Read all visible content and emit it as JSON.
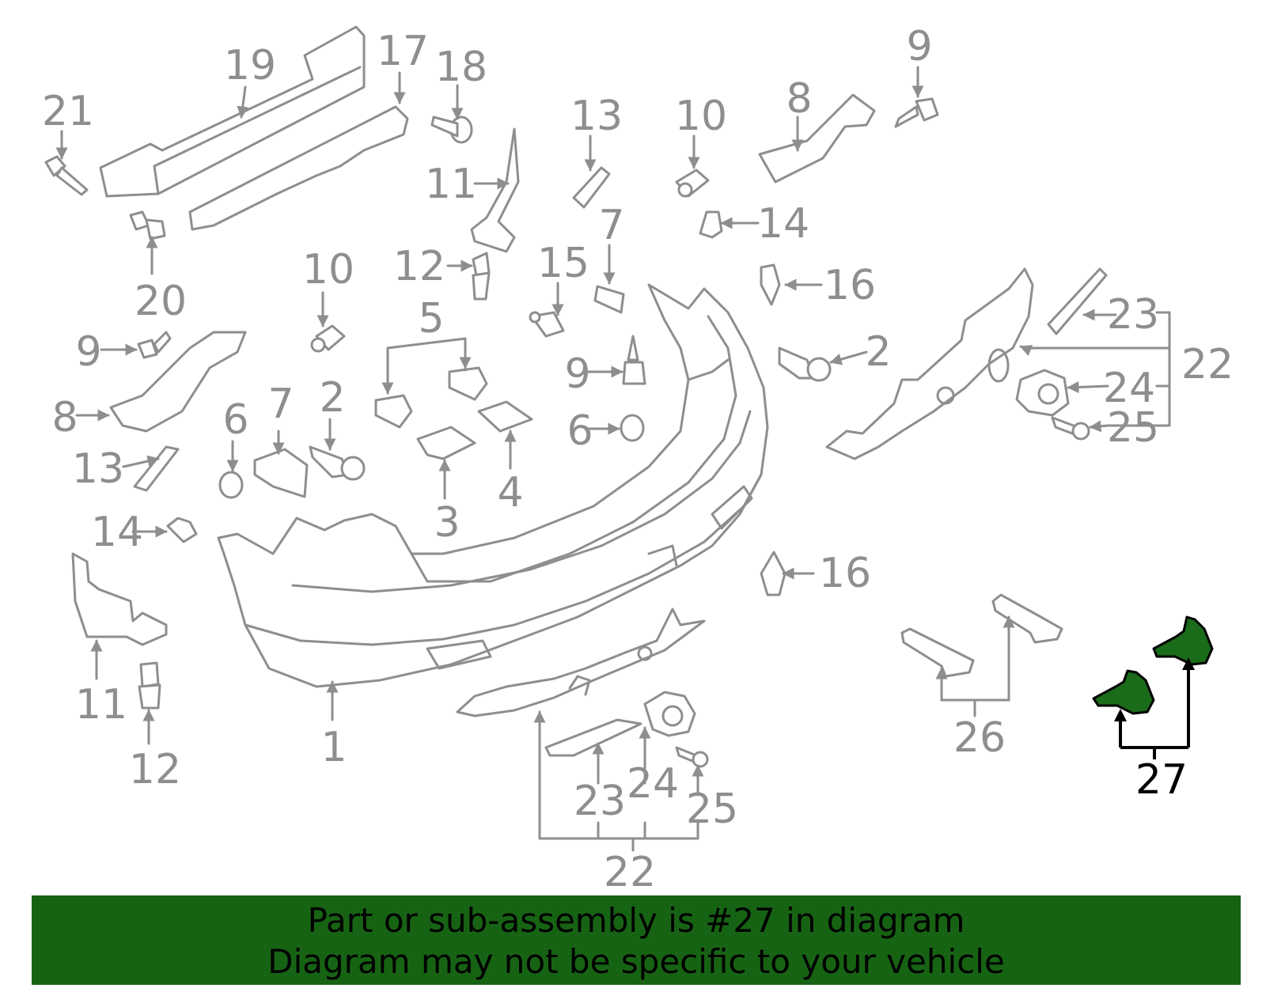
{
  "labels": {
    "l1": "1",
    "l2a": "2",
    "l2b": "2",
    "l3": "3",
    "l4": "4",
    "l5": "5",
    "l6a": "6",
    "l6b": "6",
    "l7a": "7",
    "l7b": "7",
    "l8a": "8",
    "l8b": "8",
    "l9a": "9",
    "l9b": "9",
    "l9c": "9",
    "l10a": "10",
    "l10b": "10",
    "l11a": "11",
    "l11b": "11",
    "l12a": "12",
    "l12b": "12",
    "l13a": "13",
    "l13b": "13",
    "l14a": "14",
    "l14b": "14",
    "l15": "15",
    "l16a": "16",
    "l16b": "16",
    "l17": "17",
    "l18": "18",
    "l19": "19",
    "l20": "20",
    "l21": "21",
    "l22a": "22",
    "l22b": "22",
    "l23a": "23",
    "l23b": "23",
    "l24a": "24",
    "l24b": "24",
    "l25a": "25",
    "l25b": "25",
    "l26": "26",
    "l27": "27"
  },
  "highlight_color": "#176314",
  "banner": {
    "line1": "Part or sub-assembly is #27 in diagram",
    "line2": "Diagram may not be specific to your vehicle"
  }
}
